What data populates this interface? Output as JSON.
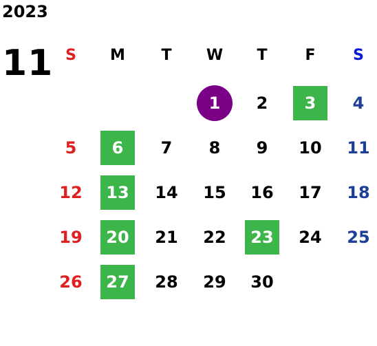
{
  "header": {
    "year": "2023",
    "month": "11"
  },
  "weekdays": [
    "S",
    "M",
    "T",
    "W",
    "T",
    "F",
    "S"
  ],
  "colors": {
    "sunday": "#e02020",
    "saturday": "#1e3f96",
    "highlight_green": "#3cb54a",
    "today_circle": "#7a0085"
  },
  "days": [
    {
      "label": "1",
      "col": 3,
      "row": 0,
      "style": "circle"
    },
    {
      "label": "2",
      "col": 4,
      "row": 0,
      "style": "plain"
    },
    {
      "label": "3",
      "col": 5,
      "row": 0,
      "style": "green"
    },
    {
      "label": "4",
      "col": 6,
      "row": 0,
      "style": "plain"
    },
    {
      "label": "5",
      "col": 0,
      "row": 1,
      "style": "plain"
    },
    {
      "label": "6",
      "col": 1,
      "row": 1,
      "style": "green"
    },
    {
      "label": "7",
      "col": 2,
      "row": 1,
      "style": "plain"
    },
    {
      "label": "8",
      "col": 3,
      "row": 1,
      "style": "plain"
    },
    {
      "label": "9",
      "col": 4,
      "row": 1,
      "style": "plain"
    },
    {
      "label": "10",
      "col": 5,
      "row": 1,
      "style": "plain"
    },
    {
      "label": "11",
      "col": 6,
      "row": 1,
      "style": "plain"
    },
    {
      "label": "12",
      "col": 0,
      "row": 2,
      "style": "plain"
    },
    {
      "label": "13",
      "col": 1,
      "row": 2,
      "style": "green"
    },
    {
      "label": "14",
      "col": 2,
      "row": 2,
      "style": "plain"
    },
    {
      "label": "15",
      "col": 3,
      "row": 2,
      "style": "plain"
    },
    {
      "label": "16",
      "col": 4,
      "row": 2,
      "style": "plain"
    },
    {
      "label": "17",
      "col": 5,
      "row": 2,
      "style": "plain"
    },
    {
      "label": "18",
      "col": 6,
      "row": 2,
      "style": "plain"
    },
    {
      "label": "19",
      "col": 0,
      "row": 3,
      "style": "plain"
    },
    {
      "label": "20",
      "col": 1,
      "row": 3,
      "style": "green"
    },
    {
      "label": "21",
      "col": 2,
      "row": 3,
      "style": "plain"
    },
    {
      "label": "22",
      "col": 3,
      "row": 3,
      "style": "plain"
    },
    {
      "label": "23",
      "col": 4,
      "row": 3,
      "style": "green"
    },
    {
      "label": "24",
      "col": 5,
      "row": 3,
      "style": "plain"
    },
    {
      "label": "25",
      "col": 6,
      "row": 3,
      "style": "plain"
    },
    {
      "label": "26",
      "col": 0,
      "row": 4,
      "style": "plain"
    },
    {
      "label": "27",
      "col": 1,
      "row": 4,
      "style": "green"
    },
    {
      "label": "28",
      "col": 2,
      "row": 4,
      "style": "plain"
    },
    {
      "label": "29",
      "col": 3,
      "row": 4,
      "style": "plain"
    },
    {
      "label": "30",
      "col": 4,
      "row": 4,
      "style": "plain"
    }
  ]
}
